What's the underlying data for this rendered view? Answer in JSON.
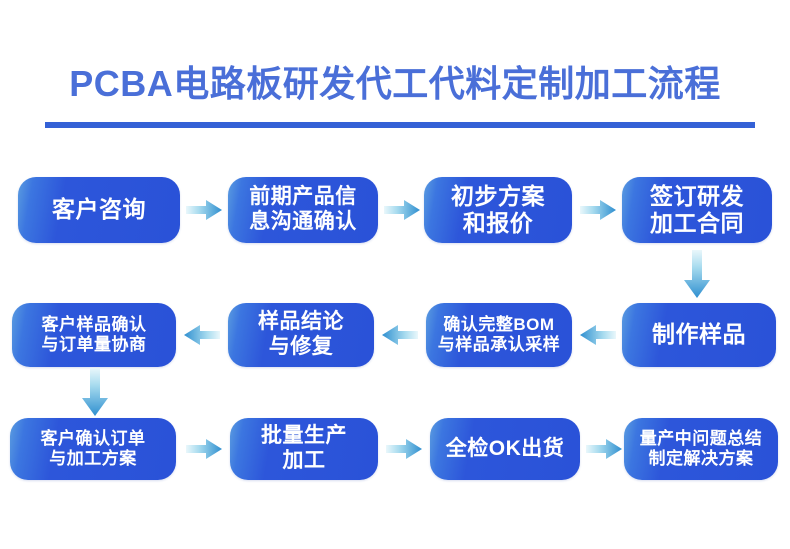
{
  "header": {
    "title": "PCBA电路板研发代工代料定制加工流程",
    "title_color": "#4a6fd8",
    "underline_color": "#3461d6"
  },
  "theme": {
    "box_fill": "#2d56da",
    "box_edge_highlight": "#5b9de0",
    "arrow_head": "#2f8fd0",
    "arrow_tail": "#e8f6fb",
    "text_color": "#ffffff",
    "background": "#ffffff"
  },
  "flow": {
    "rows": [
      {
        "id": "row-1",
        "direction": "left-to-right",
        "nodes": [
          {
            "id": "node-1",
            "line1": "客户咨询",
            "line2": ""
          },
          {
            "id": "node-2",
            "line1": "前期产品信",
            "line2": "息沟通确认"
          },
          {
            "id": "node-3",
            "line1": "初步方案",
            "line2": "和报价"
          },
          {
            "id": "node-4",
            "line1": "签订研发",
            "line2": "加工合同"
          }
        ]
      },
      {
        "id": "row-2",
        "direction": "right-to-left",
        "nodes": [
          {
            "id": "node-8",
            "line1": "客户样品确认",
            "line2": "与订单量协商"
          },
          {
            "id": "node-7",
            "line1": "样品结论",
            "line2": "与修复"
          },
          {
            "id": "node-6",
            "line1": "确认完整BOM",
            "line2": "与样品承认采样"
          },
          {
            "id": "node-5",
            "line1": "制作样品",
            "line2": ""
          }
        ]
      },
      {
        "id": "row-3",
        "direction": "left-to-right",
        "nodes": [
          {
            "id": "node-9",
            "line1": "客户确认订单",
            "line2": "与加工方案"
          },
          {
            "id": "node-10",
            "line1": "批量生产",
            "line2": "加工"
          },
          {
            "id": "node-11",
            "line1": "全检OK出货",
            "line2": ""
          },
          {
            "id": "node-12",
            "line1": "量产中问题总结",
            "line2": "制定解决方案"
          }
        ]
      }
    ],
    "connectors": [
      {
        "id": "arrow-1-2",
        "type": "arrow-right"
      },
      {
        "id": "arrow-2-3",
        "type": "arrow-right"
      },
      {
        "id": "arrow-3-4",
        "type": "arrow-right"
      },
      {
        "id": "arrow-4-5",
        "type": "arrow-down"
      },
      {
        "id": "arrow-5-6",
        "type": "arrow-left"
      },
      {
        "id": "arrow-6-7",
        "type": "arrow-left"
      },
      {
        "id": "arrow-7-8",
        "type": "arrow-left"
      },
      {
        "id": "arrow-8-9",
        "type": "arrow-down"
      },
      {
        "id": "arrow-9-10",
        "type": "arrow-right"
      },
      {
        "id": "arrow-10-11",
        "type": "arrow-right"
      },
      {
        "id": "arrow-11-12",
        "type": "arrow-right"
      }
    ]
  }
}
